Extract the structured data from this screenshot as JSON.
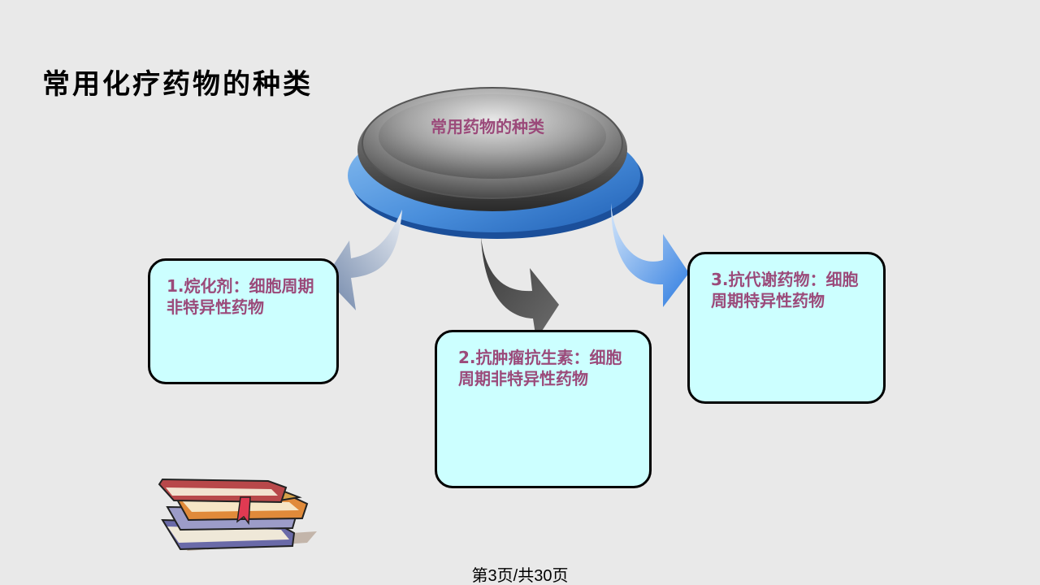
{
  "slide": {
    "title": "常用化疗药物的种类",
    "hub_label": "常用药物的种类",
    "boxes": [
      {
        "text": "1.烷化剂：细胞周期非特异性药物"
      },
      {
        "text": "2.抗肿瘤抗生素：细胞周期非特异性药物"
      },
      {
        "text": "3.抗代谢药物：细胞周期特异性药物"
      }
    ],
    "page_number": "第3页/共30页"
  },
  "colors": {
    "box_fill": "#ccffff",
    "box_text": "#9b4a7a",
    "hub_blue": "#3f86d8",
    "hub_gray": "#8a8a8a"
  },
  "icons": {
    "clipart": "book-stack-icon"
  }
}
